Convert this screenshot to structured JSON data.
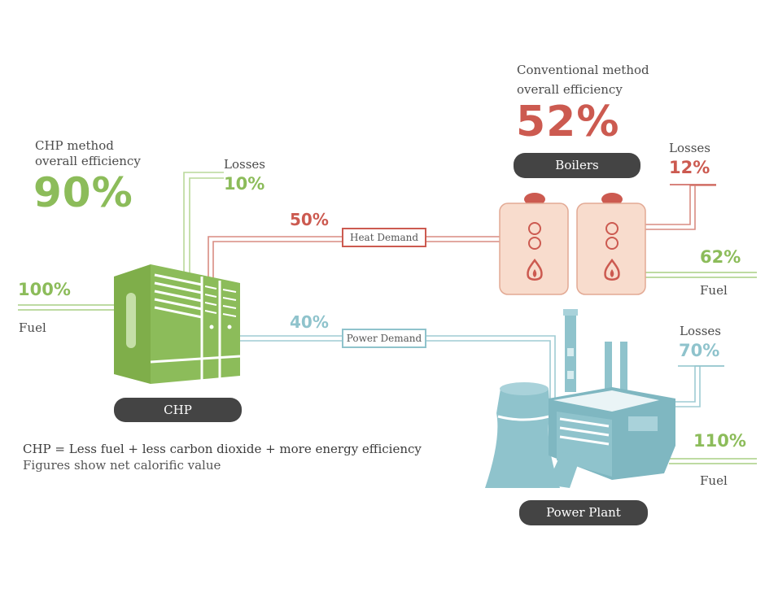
{
  "chp": {
    "method_label_1": "CHP method",
    "method_label_2": "overall efficiency",
    "efficiency": "90%",
    "losses_label": "Losses",
    "losses_value": "10%",
    "fuel_value": "100%",
    "fuel_label": "Fuel",
    "unit_label": "CHP"
  },
  "conventional": {
    "method_label_1": "Conventional method",
    "method_label_2": "overall efficiency",
    "efficiency": "52%",
    "boilers_label": "Boilers",
    "boilers_losses_label": "Losses",
    "boilers_losses_value": "12%",
    "boilers_fuel_value": "62%",
    "boilers_fuel_label": "Fuel",
    "plant_losses_label": "Losses",
    "plant_losses_value": "70%",
    "plant_fuel_value": "110%",
    "plant_fuel_label": "Fuel",
    "plant_label": "Power Plant"
  },
  "demand": {
    "heat_value": "50%",
    "heat_label": "Heat Demand",
    "power_value": "40%",
    "power_label": "Power Demand"
  },
  "footnote": {
    "line1": "CHP = Less fuel + less carbon dioxide + more energy efficiency",
    "line2": "Figures show net calorific value"
  },
  "colors": {
    "green": "#8cbc5a",
    "red": "#cc5a50",
    "blue": "#8fc3cc",
    "boiler_fill": "#f8dccd",
    "pill": "#444444"
  }
}
